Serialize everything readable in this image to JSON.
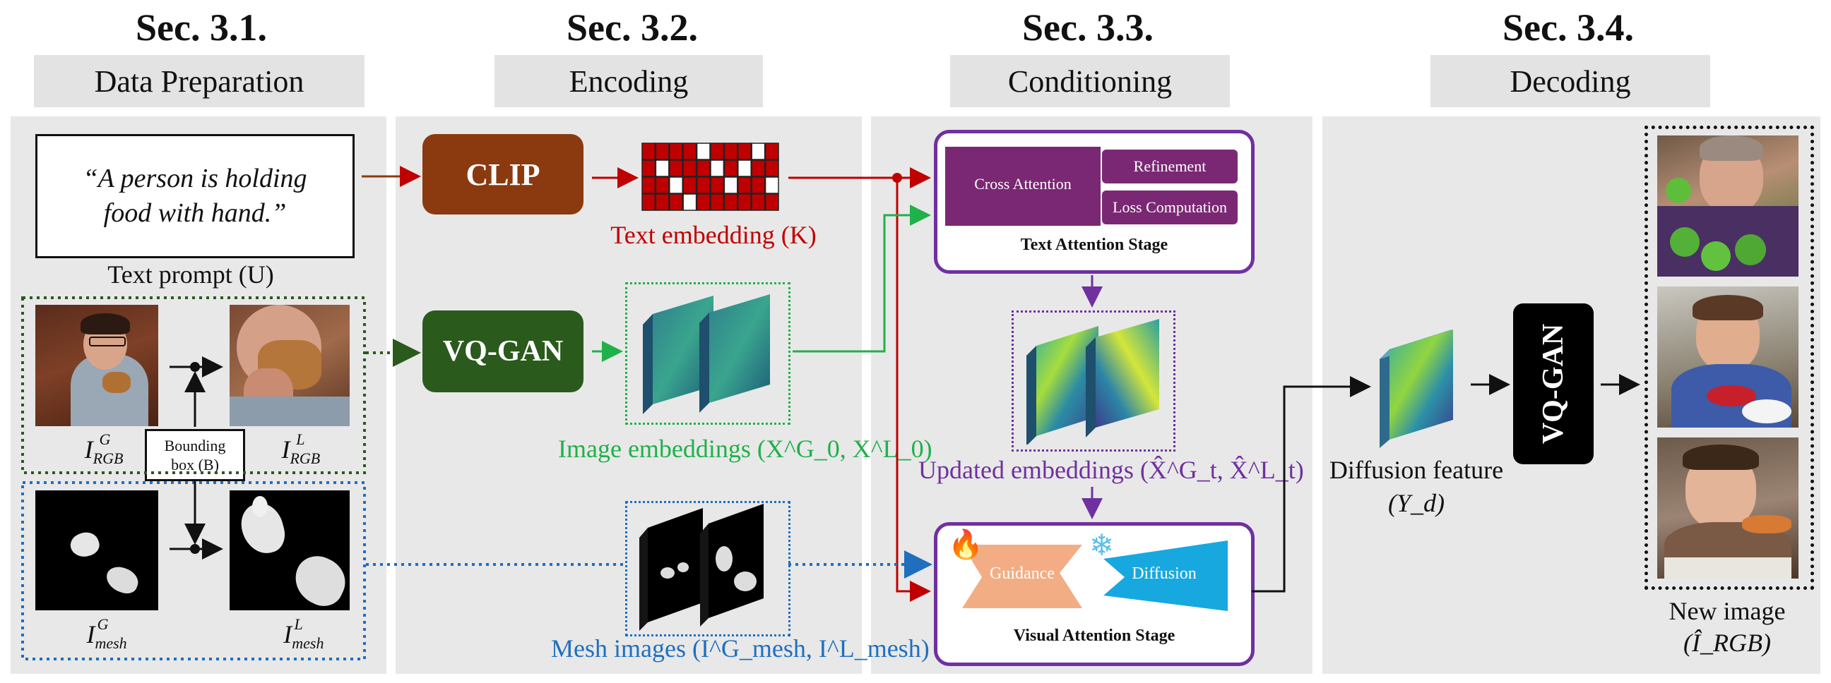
{
  "sections": [
    {
      "number": "Sec. 3.1.",
      "title": "Data Preparation"
    },
    {
      "number": "Sec. 3.2.",
      "title": "Encoding"
    },
    {
      "number": "Sec. 3.3.",
      "title": "Conditioning"
    },
    {
      "number": "Sec. 3.4.",
      "title": "Decoding"
    }
  ],
  "data_preparation": {
    "prompt_text": "“A person is holding food with hand.”",
    "prompt_label": "Text prompt (U)",
    "rgb_global_label": "I^G_RGB",
    "rgb_local_label": "I^L_RGB",
    "bbox_label": "Bounding box (B)",
    "mesh_global_label": "I^G_mesh",
    "mesh_local_label": "I^L_mesh"
  },
  "encoding": {
    "clip_label": "CLIP",
    "vqgan_label": "VQ-GAN",
    "text_embedding_label": "Text embedding (K)",
    "image_embeddings_label": "Image embeddings (X^G_0, X^L_0)",
    "mesh_images_label": "Mesh images (I^G_mesh, I^L_mesh)"
  },
  "conditioning": {
    "cross_attention_label": "Cross Attention",
    "refinement_label": "Refinement",
    "loss_label": "Loss Computation",
    "text_stage_label": "Text Attention Stage",
    "updated_embeddings_label": "Updated embeddings (X̂^G_t, X̂^L_t)",
    "guidance_label": "Guidance",
    "diffusion_label": "Diffusion",
    "visual_stage_label": "Visual Attention Stage"
  },
  "decoding": {
    "diffusion_feature_label": "Diffusion feature",
    "diffusion_feature_symbol": "(Y_d)",
    "vqgan_label": "VQ-GAN",
    "new_image_label": "New image",
    "new_image_symbol": "(Î_RGB)"
  },
  "colors": {
    "red": "#c00000",
    "green": "#1fb14a",
    "blue": "#1f6fbf",
    "purple": "#7030a0",
    "clip_box": "#8b3a10",
    "vqgan_box": "#2a5a1c",
    "cross_attention": "#7a2873",
    "guidance": "#f2ad85",
    "diffusion": "#18a8e0"
  }
}
